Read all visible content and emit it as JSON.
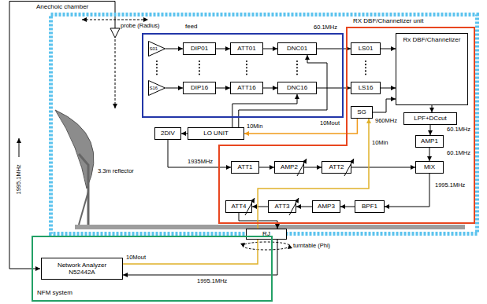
{
  "diagram": {
    "nodes": [
      {
        "text": [
          "Anechoic chamber"
        ]
      },
      {
        "text": [
          "feed"
        ],
        "in": 0
      },
      {
        "text": [
          "S01"
        ],
        "in": 1
      },
      {
        "text": [
          "DIP01"
        ],
        "in": 1
      },
      {
        "text": [
          "ATT01"
        ],
        "in": 1
      },
      {
        "text": [
          "DNC01"
        ],
        "in": 1
      },
      {
        "text": [
          "S16"
        ],
        "in": 1
      },
      {
        "text": [
          "DIP16"
        ],
        "in": 1
      },
      {
        "text": [
          "ATT16"
        ],
        "in": 1
      },
      {
        "text": [
          "DNC16"
        ],
        "in": 1
      },
      {
        "text": [
          "RX DBF/Channelizer unit"
        ],
        "in": 0
      },
      {
        "text": [
          "LS01"
        ],
        "in": 10
      },
      {
        "text": [
          "LS16"
        ],
        "in": 10
      },
      {
        "text": [
          "Rx DBF/Channelizer"
        ],
        "in": 10
      },
      {
        "text": [
          "SG"
        ],
        "in": 10
      },
      {
        "text": [
          "LPF+DCcut"
        ],
        "in": 10
      },
      {
        "text": [
          "AMP1"
        ],
        "in": 10
      },
      {
        "text": [
          "MIX"
        ],
        "in": 10
      },
      {
        "text": [
          "ATT1"
        ],
        "in": 10
      },
      {
        "text": [
          "AMP2"
        ],
        "in": 10
      },
      {
        "text": [
          "ATT2"
        ],
        "in": 10
      },
      {
        "text": [
          "BPF1"
        ],
        "in": 10
      },
      {
        "text": [
          "AMP3"
        ],
        "in": 10
      },
      {
        "text": [
          "ATT3"
        ],
        "in": 10
      },
      {
        "text": [
          "ATT4"
        ],
        "in": 10
      },
      {
        "text": [
          "LO UNIT"
        ],
        "in": 0
      },
      {
        "text": [
          "2DIV"
        ],
        "in": 0
      },
      {
        "text": [
          "RJ"
        ]
      },
      {
        "text": [
          "NFM system"
        ]
      },
      {
        "text": [
          "Network Analyzer N52442A"
        ],
        "in": 28
      }
    ],
    "edges": [
      {
        "from": 2,
        "to": 3,
        "arrow": "to"
      },
      {
        "from": 3,
        "to": 4,
        "arrow": "to"
      },
      {
        "from": 4,
        "to": 5,
        "arrow": "to"
      },
      {
        "from": 5,
        "to": 11,
        "arrow": "to"
      },
      {
        "from": 6,
        "to": 7,
        "arrow": "to"
      },
      {
        "from": 7,
        "to": 8,
        "arrow": "to"
      },
      {
        "from": 8,
        "to": 9,
        "arrow": "to"
      },
      {
        "from": 9,
        "to": 12,
        "arrow": "to"
      },
      {
        "from": 11,
        "to": 13,
        "arrow": "to"
      },
      {
        "from": 12,
        "to": 13,
        "arrow": "to"
      },
      {
        "from": 25,
        "to": 5,
        "arrow": "to"
      },
      {
        "from": 25,
        "to": 9,
        "arrow": "to"
      },
      {
        "from": 25,
        "to": 26,
        "arrow": "to"
      },
      {
        "from": 26,
        "to": 18,
        "arrow": "to"
      },
      {
        "from": 18,
        "to": 19,
        "arrow": "to"
      },
      {
        "from": 19,
        "to": 20,
        "arrow": "to"
      },
      {
        "from": 20,
        "to": 17,
        "arrow": "to"
      },
      {
        "from": 14,
        "to": 25,
        "arrow": "to"
      },
      {
        "from": 14,
        "to": 13,
        "arrow": "to"
      },
      {
        "from": 13,
        "to": 15,
        "arrow": "to"
      },
      {
        "from": 15,
        "to": 16,
        "arrow": "to"
      },
      {
        "from": 16,
        "to": 17,
        "arrow": "to"
      },
      {
        "from": 17,
        "to": 21,
        "arrow": "to"
      },
      {
        "from": 21,
        "to": 22,
        "arrow": "to"
      },
      {
        "from": 22,
        "to": 23,
        "arrow": "to"
      },
      {
        "from": 23,
        "to": 24,
        "arrow": "to"
      },
      {
        "from": 24,
        "to": 27,
        "arrow": "to"
      },
      {
        "from": 27,
        "to": 29,
        "arrow": "to"
      },
      {
        "from": 29,
        "to": 27,
        "arrow": "none"
      },
      {
        "from": 27,
        "to": 14,
        "arrow": "to"
      }
    ],
    "labels": [
      "probe (Radius)",
      "60.1MHz",
      "960MHz",
      "10Mout",
      "10Min",
      "10Min",
      "1935MHz",
      "60.1MHz",
      "60.1MHz",
      "1995.1MHz",
      "3.3m reflector",
      "1995.1MHz",
      "turntable (Phi)",
      "10Mout",
      "1995.1MHz"
    ]
  }
}
